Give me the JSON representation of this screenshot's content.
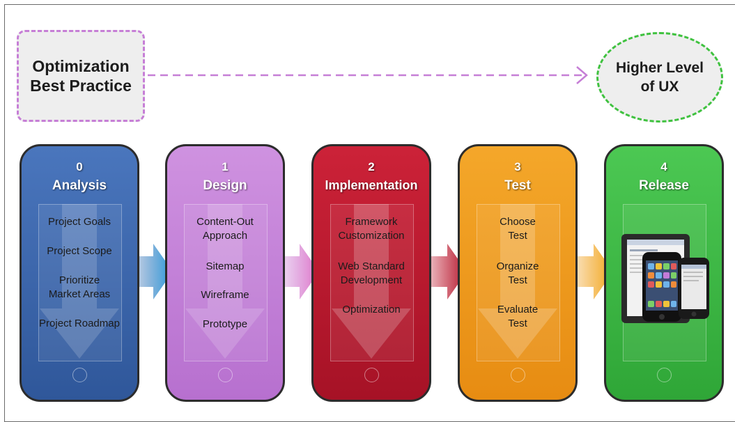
{
  "top": {
    "left_box": "Optimization\nBest Practice",
    "right_circle": "Higher Level\nof UX"
  },
  "phases": [
    {
      "num": "0",
      "title": "Analysis",
      "color": "#3a64a8",
      "items": [
        "Project Goals",
        "Project Scope",
        "Prioritize\nMarket Areas",
        "Project Roadmap"
      ]
    },
    {
      "num": "1",
      "title": "Design",
      "color": "#c37fd6",
      "items": [
        "Content-Out\nApproach",
        "Sitemap",
        "Wireframe",
        "Prototype"
      ]
    },
    {
      "num": "2",
      "title": "Implementation",
      "color": "#c0182e",
      "items": [
        "Framework\nCustomization",
        "Web Standard\nDevelopment",
        "Optimization"
      ]
    },
    {
      "num": "3",
      "title": "Test",
      "color": "#ef9a1a",
      "items": [
        "Choose\nTest",
        "Organize\nTest",
        "Evaluate\nTest"
      ]
    },
    {
      "num": "4",
      "title": "Release",
      "color": "#3cb843",
      "items": []
    }
  ]
}
